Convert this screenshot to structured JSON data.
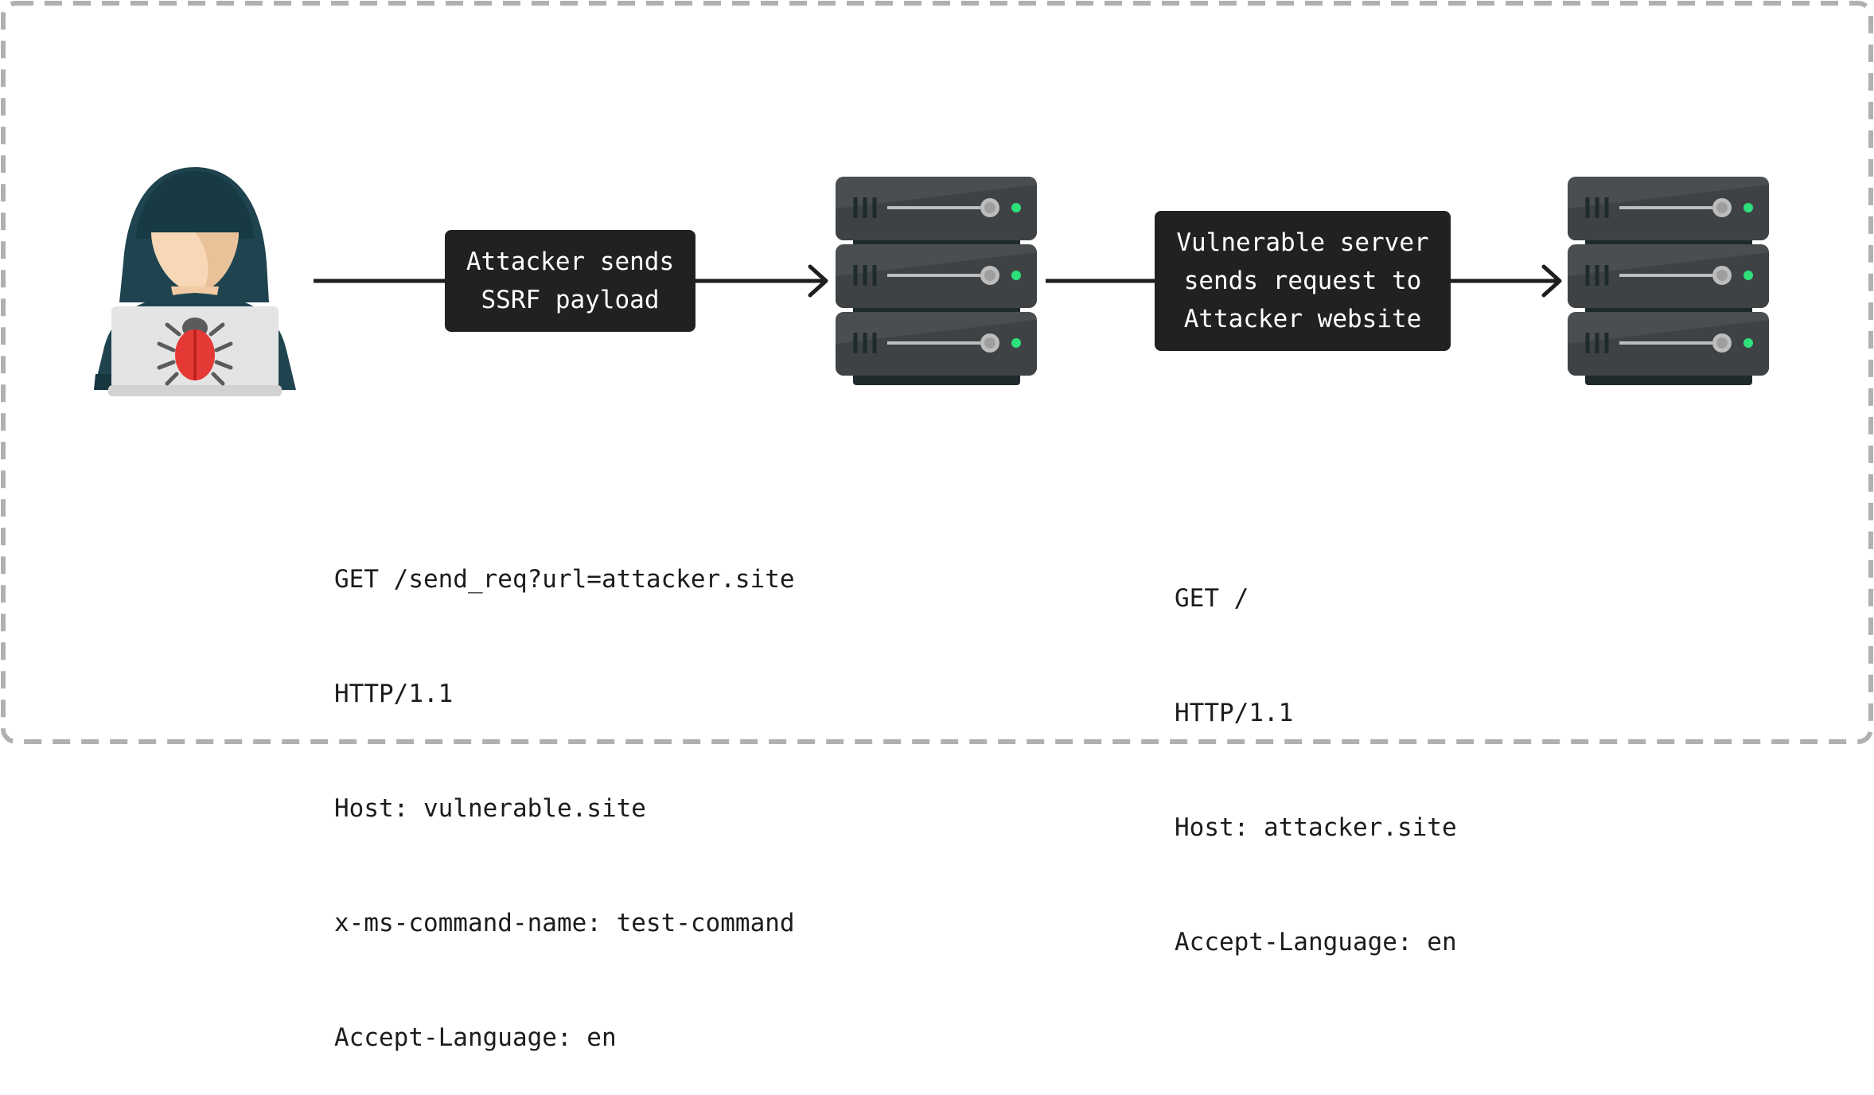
{
  "diagram": {
    "step1_label": [
      "Attacker sends",
      "SSRF payload"
    ],
    "step2_label": [
      "Vulnerable server",
      "sends request to",
      "Attacker website"
    ],
    "request1_lines": [
      "GET /send_req?url=attacker.site",
      "HTTP/1.1",
      "Host: vulnerable.site",
      "x-ms-command-name: test-command",
      "Accept-Language: en"
    ],
    "request2_lines": [
      "GET /",
      "HTTP/1.1",
      "Host: attacker.site",
      "Accept-Language: en"
    ]
  },
  "icons": {
    "attacker": "hooded-hacker-laptop-bug-icon",
    "server1": "server-rack-icon",
    "server2": "server-rack-icon"
  },
  "colors": {
    "hood": "#1f4450",
    "skin": "#f7d7b5",
    "laptop": "#e2e2e2",
    "bug": "#e53935",
    "server_body": "#4a4e50",
    "server_led": "#2ee07a",
    "label_bg": "#212121",
    "border": "#b0b0b0"
  }
}
